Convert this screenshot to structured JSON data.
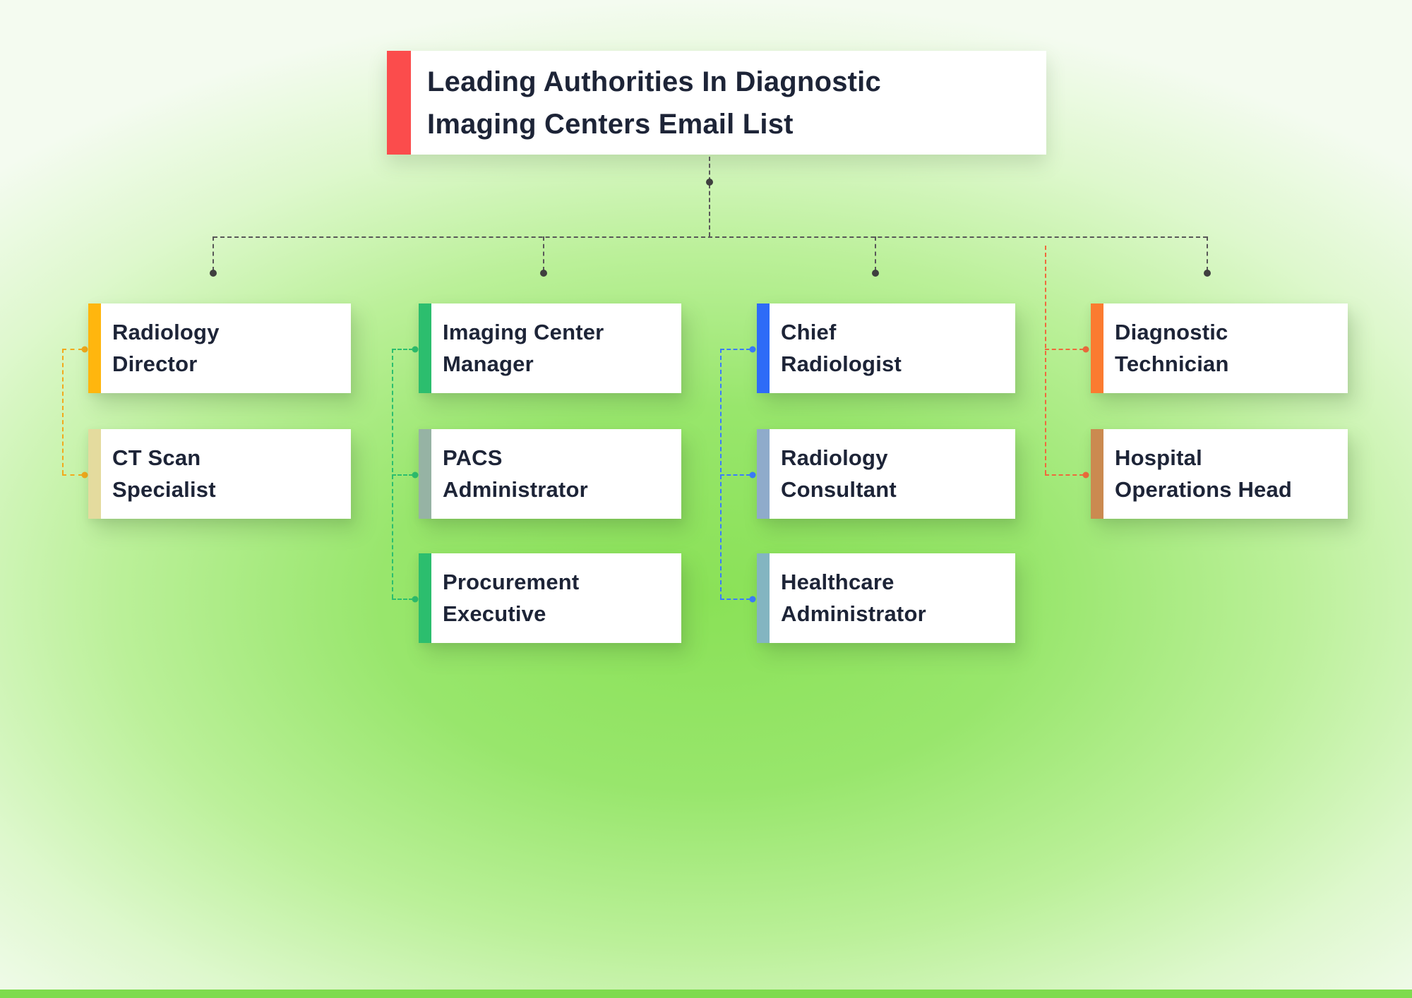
{
  "title": {
    "text": "Leading Authorities In Diagnostic\nImaging Centers Email List",
    "accent_color": "#FB4C4C"
  },
  "tree": {
    "line_color": "#585858",
    "dot_color": "#3F3F3F"
  },
  "columns": [
    {
      "connector_color": "#F2A91C",
      "items": [
        {
          "label": "Radiology\nDirector",
          "accent_color": "#FFB60E"
        },
        {
          "label": "CT Scan\nSpecialist",
          "accent_color": "#E4DB9E"
        }
      ]
    },
    {
      "connector_color": "#2CBE6E",
      "items": [
        {
          "label": "Imaging Center\nManager",
          "accent_color": "#2CBE6E"
        },
        {
          "label": "PACS\nAdministrator",
          "accent_color": "#96B3A4"
        },
        {
          "label": "Procurement\nExecutive",
          "accent_color": "#2CBE6E"
        }
      ]
    },
    {
      "connector_color": "#3B7BFF",
      "items": [
        {
          "label": "Chief\nRadiologist",
          "accent_color": "#2E6BF7"
        },
        {
          "label": "Radiology\nConsultant",
          "accent_color": "#8FABCB"
        },
        {
          "label": "Healthcare\nAdministrator",
          "accent_color": "#83B5C1"
        }
      ]
    },
    {
      "connector_color": "#EE6A3C",
      "items": [
        {
          "label": "Diagnostic\nTechnician",
          "accent_color": "#FB7B30"
        },
        {
          "label": "Hospital\nOperations Head",
          "accent_color": "#CB8A50"
        }
      ]
    }
  ],
  "background": {
    "bottom_strip_color": "#7EDB4E"
  }
}
